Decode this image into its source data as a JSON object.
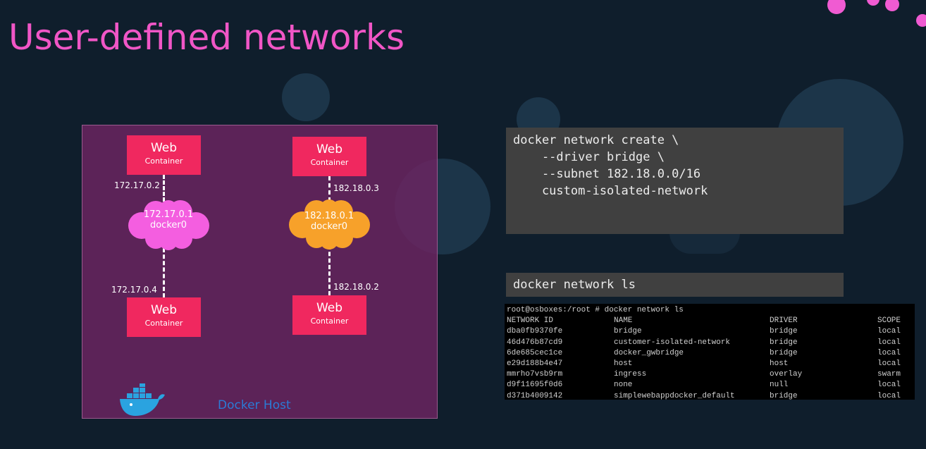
{
  "slide": {
    "title": "User-defined networks"
  },
  "diagram": {
    "host_label": "Docker Host",
    "left": {
      "top_container": {
        "title": "Web",
        "subtitle": "Container"
      },
      "bottom_container": {
        "title": "Web",
        "subtitle": "Container"
      },
      "top_ip": "172.17.0.2",
      "bottom_ip": "172.17.0.4",
      "bridge": {
        "ip": "172.17.0.1",
        "name": "docker0",
        "color": "#f45ee0"
      }
    },
    "right": {
      "top_container": {
        "title": "Web",
        "subtitle": "Container"
      },
      "bottom_container": {
        "title": "Web",
        "subtitle": "Container"
      },
      "top_ip": "182.18.0.3",
      "bottom_ip": "182.18.0.2",
      "bridge": {
        "ip": "182.18.0.1",
        "name": "docker0",
        "color": "#f7a12a"
      }
    }
  },
  "code_create": {
    "lines": [
      "docker network create \\",
      "    --driver bridge \\",
      "    --subnet 182.18.0.0/16",
      "    custom-isolated-network"
    ]
  },
  "code_ls": {
    "line": "docker network ls"
  },
  "terminal": {
    "prompt": "root@osboxes:/root # docker network ls",
    "headers": [
      "NETWORK ID",
      "NAME",
      "DRIVER",
      "SCOPE"
    ],
    "rows": [
      [
        "dba0fb9370fe",
        "bridge",
        "bridge",
        "local"
      ],
      [
        "46d476b87cd9",
        "customer-isolated-network",
        "bridge",
        "local"
      ],
      [
        "6de685cec1ce",
        "docker_gwbridge",
        "bridge",
        "local"
      ],
      [
        "e29d188b4e47",
        "host",
        "host",
        "local"
      ],
      [
        "mmrho7vsb9rm",
        "ingress",
        "overlay",
        "swarm"
      ],
      [
        "d9f11695f0d6",
        "none",
        "null",
        "local"
      ],
      [
        "d371b4009142",
        "simplewebappdocker_default",
        "bridge",
        "local"
      ]
    ]
  },
  "colors": {
    "accent": "#f056c6",
    "container": "#f0285f",
    "host_bg": "#6a2460"
  },
  "icons": {
    "logo": "docker-whale-icon"
  }
}
